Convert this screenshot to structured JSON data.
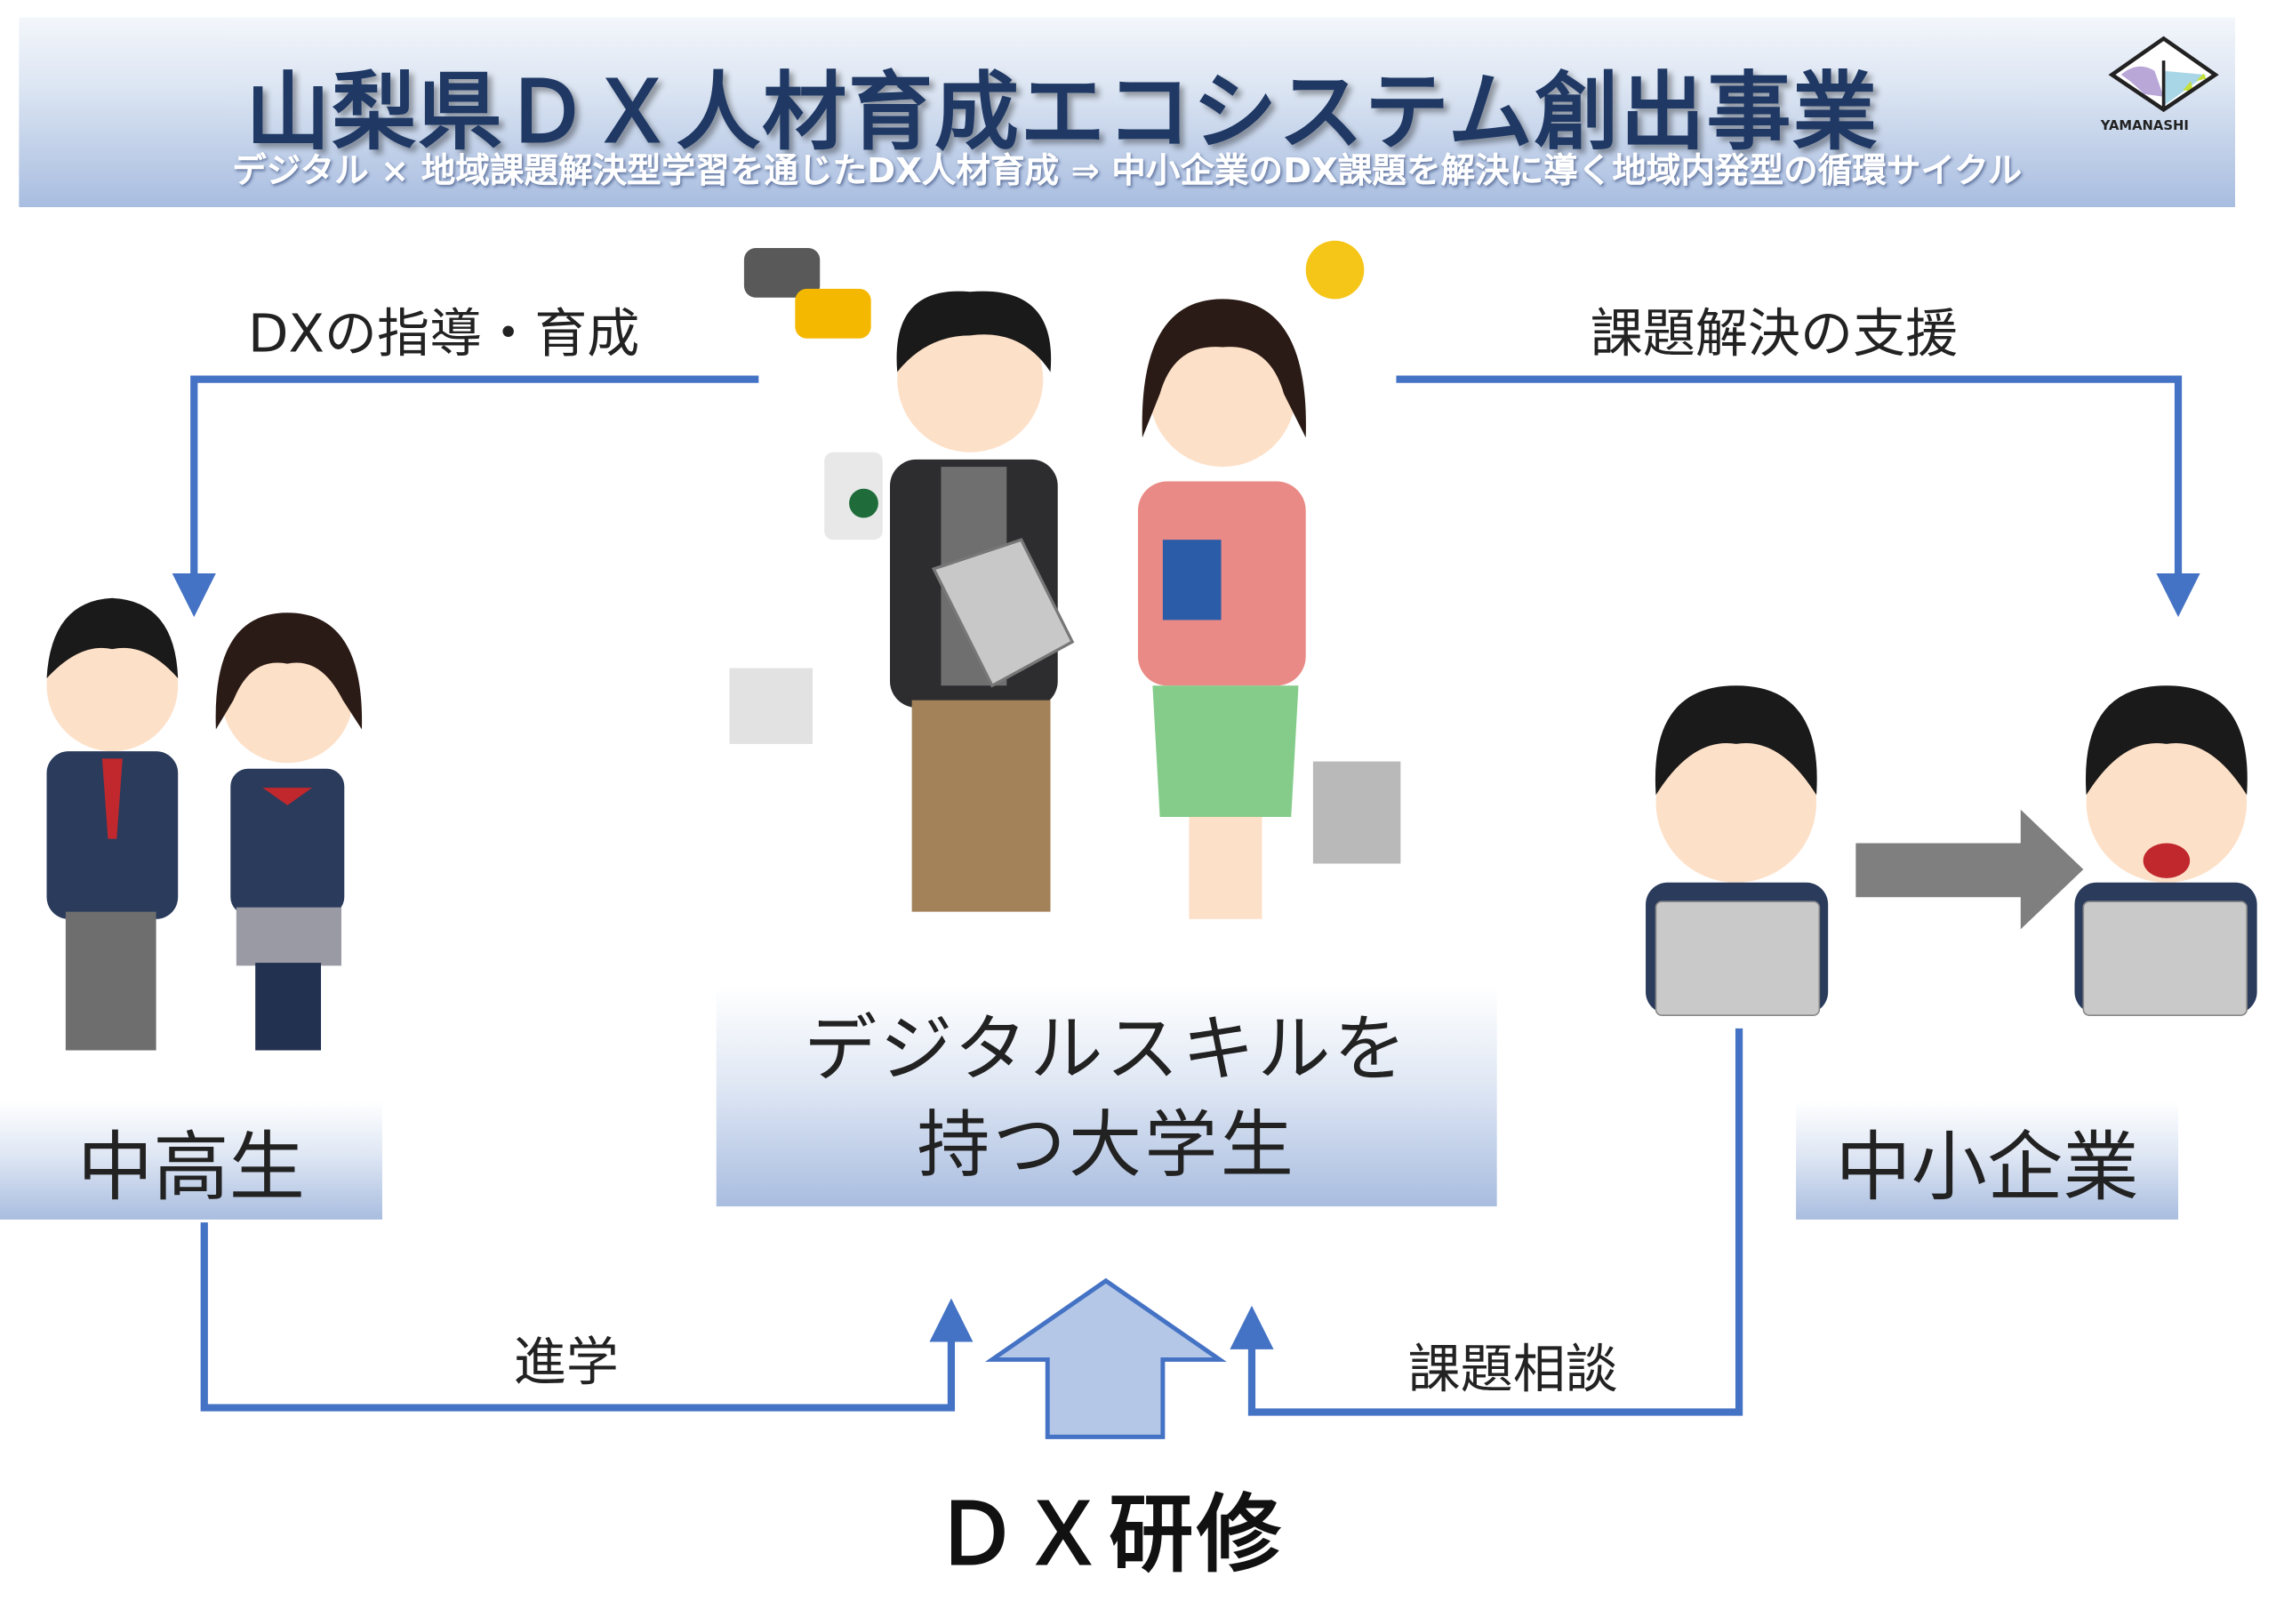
{
  "header": {
    "title": "山梨県ＤＸ人材育成エコシステム創出事業",
    "subtitle": "デジタル × 地域課題解決型学習を通じたDX人材育成 ⇒ 中小企業のDX課題を解決に導く地域内発型の循環サイクル",
    "logo_text": "YAMANASHI"
  },
  "flows": {
    "guidance": "DXの指導・育成",
    "support": "課題解決の支援",
    "advance": "進学",
    "consult": "課題相談"
  },
  "boxes": {
    "students": "中高生",
    "university_line1": "デジタルスキルを",
    "university_line2": "持つ大学生",
    "companies": "中小企業"
  },
  "training": "ＤＸ研修",
  "colors": {
    "flow": "#4472c4",
    "title": "#1f3864",
    "box_bottom": "#a9bde0",
    "big_arrow": "#b4c7e7"
  }
}
